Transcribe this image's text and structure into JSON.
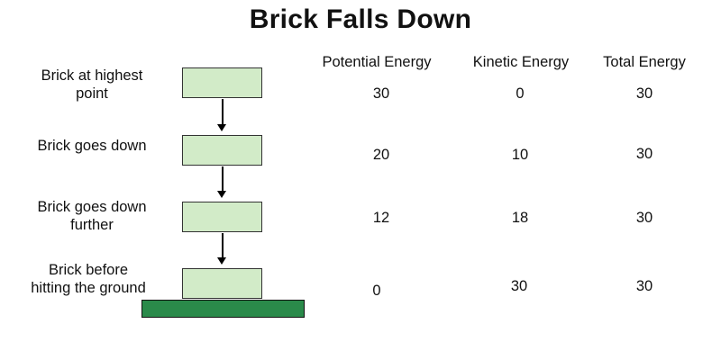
{
  "title": "Brick Falls Down",
  "stages": [
    {
      "label": "Brick at highest\npoint"
    },
    {
      "label": "Brick goes down"
    },
    {
      "label": "Brick goes down\nfurther"
    },
    {
      "label": "Brick before\nhitting the ground"
    }
  ],
  "table": {
    "headers": [
      "Potential Energy",
      "Kinetic Energy",
      "Total Energy"
    ],
    "rows": [
      [
        "30",
        "0",
        "30"
      ],
      [
        "20",
        "10",
        "30"
      ],
      [
        "12",
        "18",
        "30"
      ],
      [
        "0",
        "30",
        "30"
      ]
    ]
  },
  "colors": {
    "brick_fill": "#d2ebc8",
    "ground_fill": "#2a8a4a"
  }
}
